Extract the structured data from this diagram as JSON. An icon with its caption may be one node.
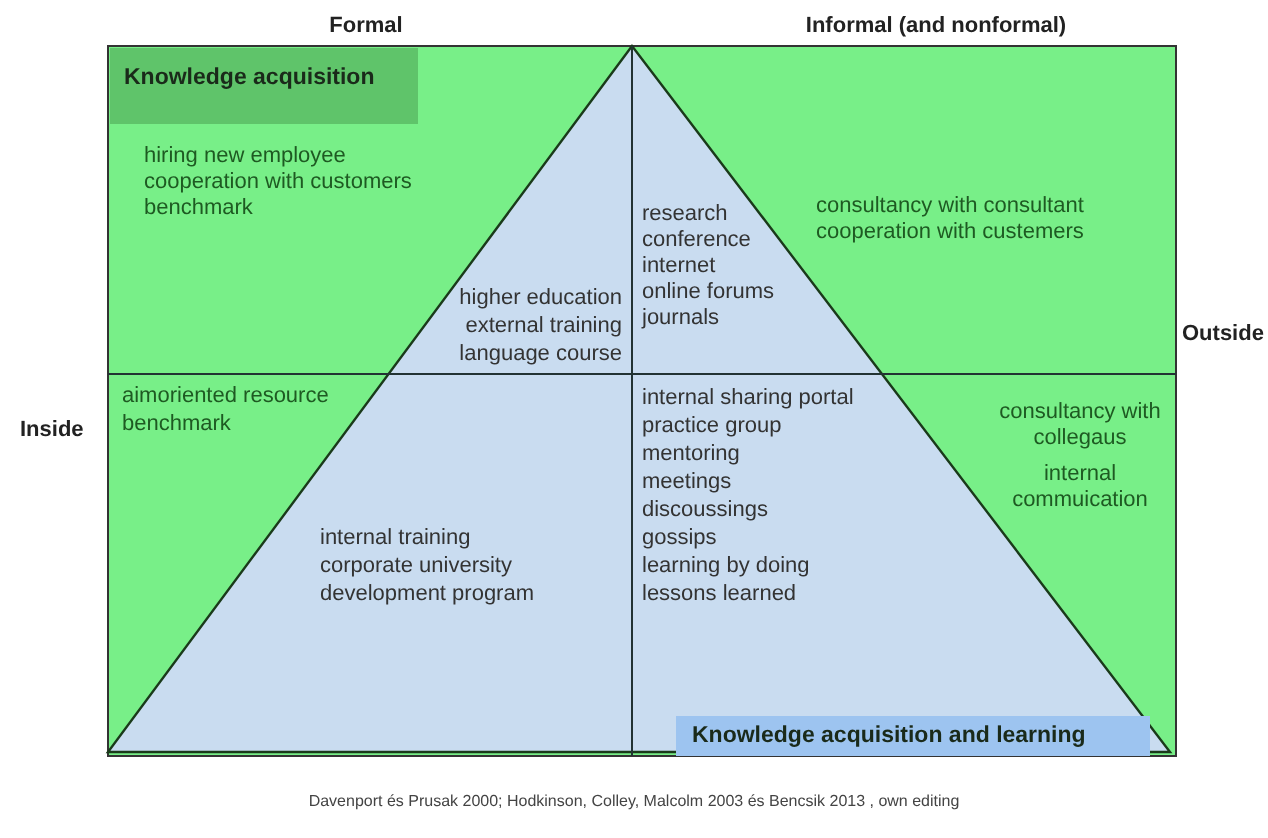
{
  "diagram": {
    "caption": "Davenport és Prusak 2000; Hodkinson, Colley, Malcolm 2003 és Bencsik 2013 , own editing",
    "nodes": [
      {
        "text": [
          "Knowledge acquisition"
        ]
      },
      {
        "text": [
          "Knowledge acquisition and learning"
        ]
      }
    ],
    "labels": [
      "Formal",
      "Informal (and nonformal)",
      "hiring new employee",
      "cooperation with customers",
      "benchmark",
      "research",
      "conference",
      "internet",
      "online forums",
      "journals",
      "consultancy with consultant",
      "cooperation with custemers",
      "higher education",
      "external training",
      "language course",
      "Outside",
      "Inside",
      "aimoriented resource",
      "benchmark",
      "internal sharing portal",
      "practice group",
      "mentoring",
      "meetings",
      "discoussings",
      "gossips",
      "learning by doing",
      "lessons learned",
      "consultancy with collegaus",
      "internal commuication",
      "internal training",
      "corporate university",
      "development program"
    ]
  }
}
